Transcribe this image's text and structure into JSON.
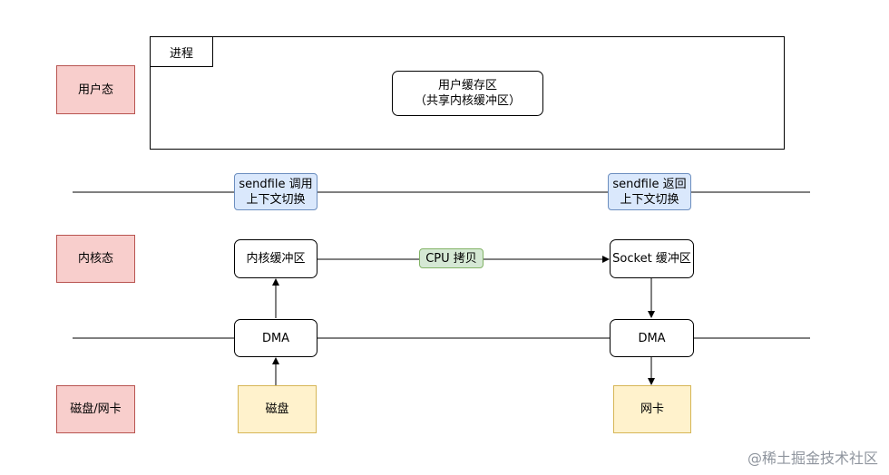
{
  "layers": {
    "user_mode": "用户态",
    "kernel_mode": "内核态",
    "device": "磁盘/网卡"
  },
  "process": {
    "label": "进程",
    "user_buffer_line1": "用户缓存区",
    "user_buffer_line2": "（共享内核缓冲区）"
  },
  "switches": {
    "sendfile_call_line1": "sendfile 调用",
    "sendfile_call_line2": "上下文切换",
    "sendfile_return_line1": "sendfile 返回",
    "sendfile_return_line2": "上下文切换"
  },
  "nodes": {
    "kernel_buffer": "内核缓冲区",
    "socket_buffer": "Socket 缓冲区",
    "dma_left": "DMA",
    "dma_right": "DMA",
    "disk": "磁盘",
    "nic": "网卡"
  },
  "edges": {
    "cpu_copy": "CPU 拷贝"
  },
  "watermark": "@稀土掘金技术社区",
  "colors": {
    "layer_fill": "#f8cecc",
    "layer_stroke": "#b85450",
    "switch_fill": "#dae8fc",
    "switch_stroke": "#6c8ebf",
    "copy_fill": "#d5e8d4",
    "copy_stroke": "#82b366",
    "device_fill": "#fff2cc",
    "device_stroke": "#d6b656"
  }
}
